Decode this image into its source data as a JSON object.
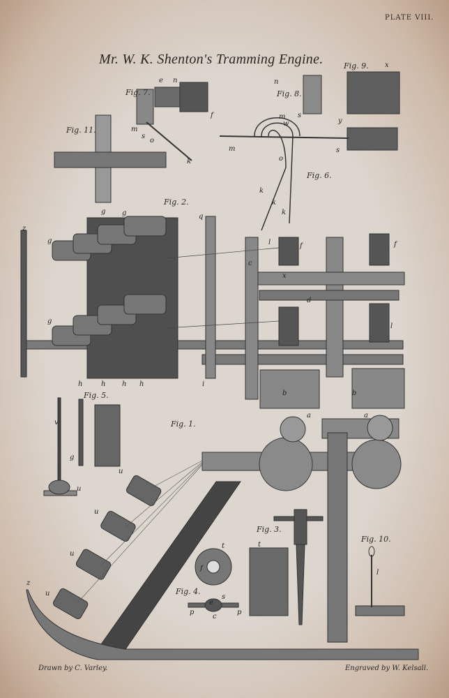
{
  "plate_label": "PLATE VIII.",
  "title": "Mr. W. K. Shenton's Tramming Engine.",
  "credits": {
    "drawn": "Drawn by C. Varley.",
    "engraved": "Engraved by W. Kelsall."
  },
  "figures": [
    "Fig. 1.",
    "Fig. 2.",
    "Fig. 3.",
    "Fig. 4.",
    "Fig. 5.",
    "Fig. 6.",
    "Fig. 7.",
    "Fig. 8.",
    "Fig. 9.",
    "Fig. 10.",
    "Fig. 11."
  ],
  "letters": [
    "n",
    "e",
    "f",
    "m",
    "s",
    "o",
    "k",
    "n",
    "m",
    "s",
    "x",
    "y",
    "s",
    "w",
    "m",
    "o",
    "k",
    "k",
    "k",
    "z",
    "g",
    "g",
    "g",
    "g",
    "h",
    "h",
    "h",
    "h",
    "i",
    "q",
    "l",
    "f",
    "f",
    "l",
    "c",
    "d",
    "x",
    "a",
    "a",
    "b",
    "b",
    "v",
    "g",
    "u",
    "u",
    "u",
    "u",
    "u",
    "z",
    "t",
    "f",
    "t",
    "e",
    "s",
    "p",
    "p",
    "c",
    "l"
  ]
}
